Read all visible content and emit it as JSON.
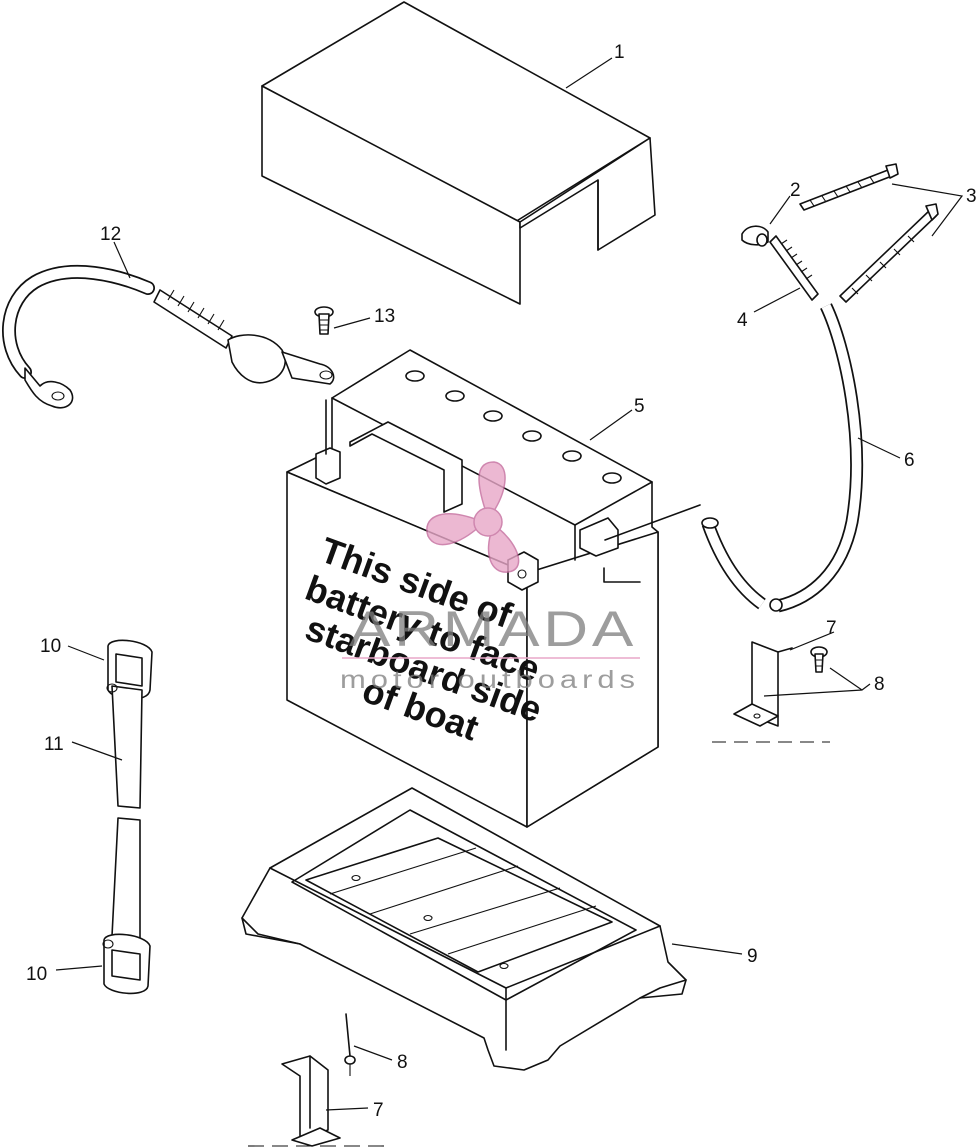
{
  "callouts": {
    "c1": "1",
    "c2": "2",
    "c3": "3",
    "c4": "4",
    "c5": "5",
    "c6": "6",
    "c7a": "7",
    "c7b": "7",
    "c8a": "8",
    "c8b": "8",
    "c9": "9",
    "c10a": "10",
    "c10b": "10",
    "c11": "11",
    "c12": "12",
    "c13": "13"
  },
  "battery_label": {
    "line1": "This side of",
    "line2": "battery to face",
    "line3": "starboard side",
    "line4": "of boat"
  },
  "watermark": {
    "brand": "ARMADA",
    "tagline": "motor outboards",
    "color": "#e8a7c8"
  }
}
